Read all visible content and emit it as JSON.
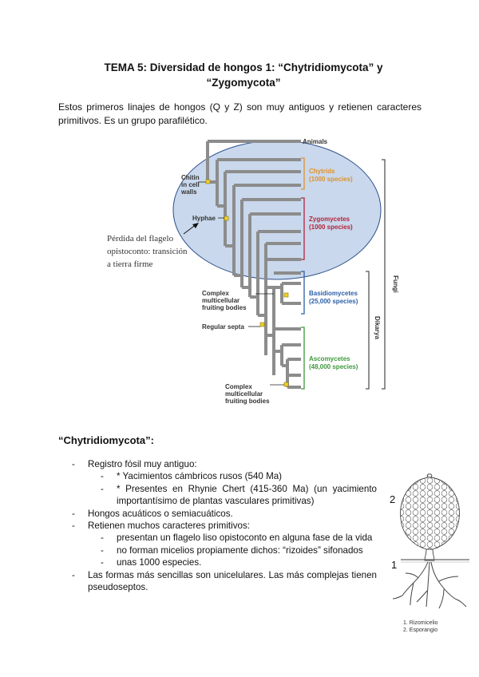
{
  "title_line1": "TEMA 5: Diversidad de hongos 1: “Chytridiomycota” y",
  "title_line2": "“Zygomycota”",
  "intro": "Estos primeros linajes de hongos (Q y Z) son muy antiguos y retienen caracteres primitivos. Es un grupo parafilético.",
  "tree": {
    "animals": "Animals",
    "chitin1": "Chitin",
    "chitin2": "in cell",
    "chitin3": "walls",
    "hyphae": "Hyphae",
    "chytrids": "Chytrids",
    "chytrids_n": "(1000 species)",
    "zygo": "Zygomycetes",
    "zygo_n": "(1000 species)",
    "basidio": "Basidiomycetes",
    "basidio_n": "(25,000 species)",
    "asco": "Ascomycetes",
    "asco_n": "(48,000 species)",
    "complex_a1": "Complex",
    "complex_a2": "multicellular",
    "complex_a3": "fruiting bodies",
    "regular": "Regular septa",
    "complex_b1": "Complex",
    "complex_b2": "multicellular",
    "complex_b3": "fruiting bodies",
    "fungi": "Fungi",
    "dikarya": "Dikarya",
    "note1": "Pérdida del flagelo",
    "note2": "opistoconto: transición",
    "note3": "a tierra firme",
    "colors": {
      "chytrids": "#e0922a",
      "zygo": "#b3243a",
      "basidio": "#2b5fa8",
      "asco": "#3d9a3a",
      "ellipse": "#c9d8ec"
    }
  },
  "section_title": "“Chytridiomycota”:",
  "items": {
    "i1": "Registro fósil muy antiguo:",
    "i1a": "* Yacimientos cámbricos rusos (540 Ma)",
    "i1b": "* Presentes en Rhynie Chert (415-360 Ma) (un yacimiento importantísimo de plantas vasculares primitivas)",
    "i2": "Hongos acuáticos o semiacuáticos.",
    "i3": "Retienen muchos caracteres primitivos:",
    "i3a": "presentan un flagelo liso opistoconto en alguna fase de la vida",
    "i3b": "no forman micelios propiamente dichos: “rizoides” sifonados",
    "i3c": "unas 1000 especies.",
    "i4": "Las formas más sencillas son unicelulares. Las más complejas tienen pseudoseptos."
  },
  "illustration": {
    "num2": "2",
    "num1": "1",
    "legend1": "1.    Rizomicelio",
    "legend2": "2.    Esporangio"
  }
}
